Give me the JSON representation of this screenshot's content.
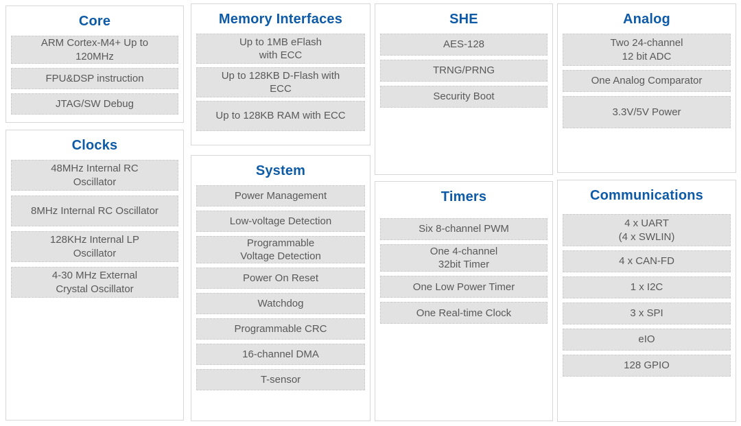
{
  "palette": {
    "title_blue": "#0d5aa7",
    "item_fill": "#e2e2e2",
    "item_border": "#cdcdcd",
    "item_text": "#595959",
    "box_border": "#d7d7d7",
    "background": "#ffffff"
  },
  "groups": [
    {
      "id": "core",
      "title": "Core",
      "items": [
        "ARM Cortex-M4+ Up to\n120MHz",
        "FPU&DSP instruction",
        "JTAG/SW Debug"
      ]
    },
    {
      "id": "clocks",
      "title": "Clocks",
      "items": [
        "48MHz Internal RC\nOscillator",
        "8MHz Internal RC Oscillator",
        "128KHz Internal LP\nOscillator",
        "4-30 MHz External\nCrystal Oscillator"
      ]
    },
    {
      "id": "memory",
      "title": "Memory Interfaces",
      "items": [
        "Up to 1MB eFlash\nwith ECC",
        "Up to 128KB D-Flash with\nECC",
        "Up to 128KB RAM with ECC"
      ]
    },
    {
      "id": "system",
      "title": "System",
      "items": [
        "Power Management",
        "Low-voltage Detection",
        "Programmable\nVoltage Detection",
        "Power On Reset",
        "Watchdog",
        "Programmable CRC",
        "16-channel DMA",
        "T-sensor"
      ]
    },
    {
      "id": "she",
      "title": "SHE",
      "items": [
        "AES-128",
        "TRNG/PRNG",
        "Security Boot"
      ]
    },
    {
      "id": "timers",
      "title": "Timers",
      "items": [
        "Six 8-channel PWM",
        "One 4-channel\n32bit Timer",
        "One Low Power Timer",
        "One Real-time Clock"
      ]
    },
    {
      "id": "analog",
      "title": "Analog",
      "items": [
        "Two 24-channel\n12 bit ADC",
        "One Analog Comparator",
        "3.3V/5V Power"
      ]
    },
    {
      "id": "communications",
      "title": "Communications",
      "items": [
        "4 x UART\n(4 x SWLIN)",
        "4 x CAN-FD",
        "1 x I2C",
        "3 x SPI",
        "eIO",
        "128 GPIO"
      ]
    }
  ]
}
